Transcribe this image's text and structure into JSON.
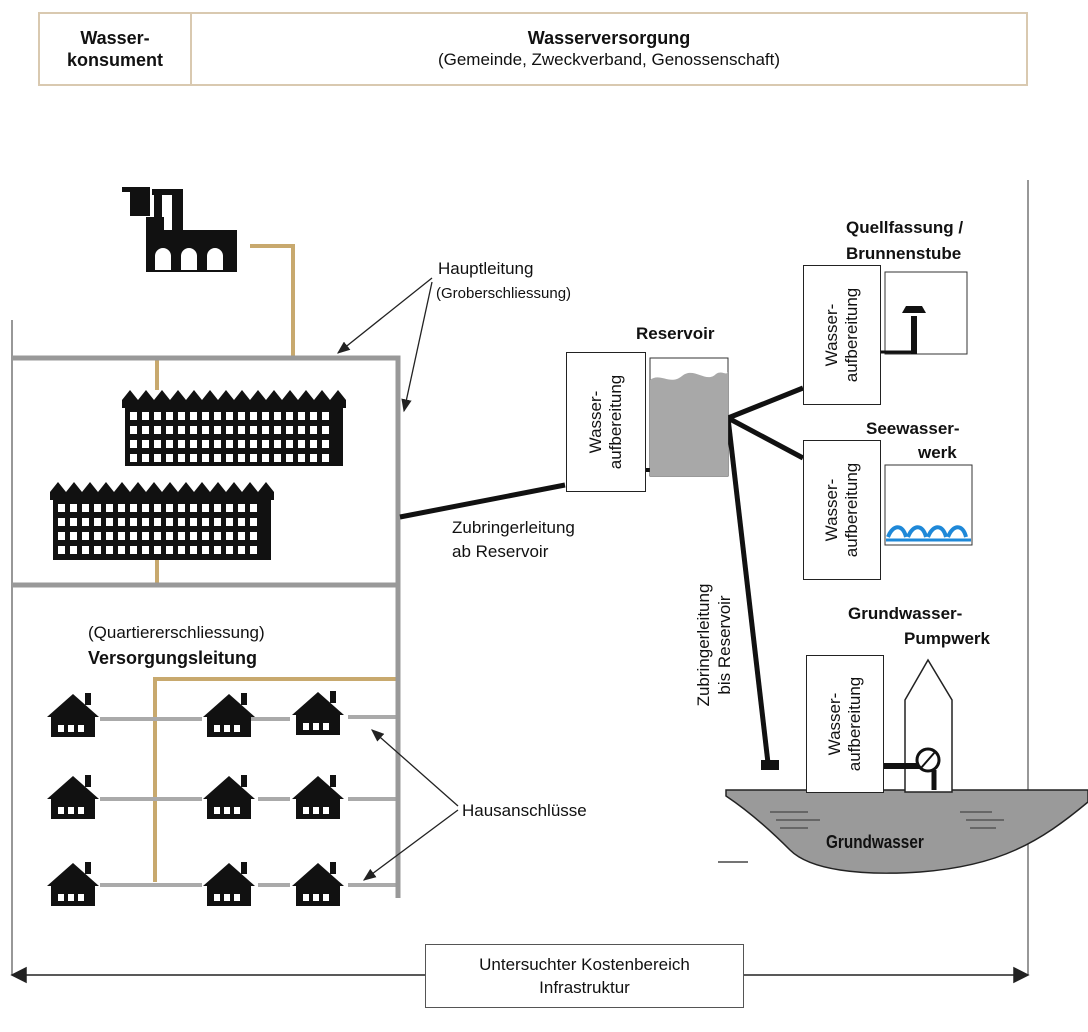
{
  "header": {
    "left_line1": "Wasser-",
    "left_line2": "konsument",
    "right_title": "Wasserversorgung",
    "right_subtitle": "(Gemeinde, Zweckverband, Genossenschaft)"
  },
  "labels": {
    "hauptleitung": "Hauptleitung",
    "groberschliessung": "(Groberschliessung)",
    "reservoir": "Reservoir",
    "quellfassung_1": "Quellfassung /",
    "quellfassung_2": "Brunnenstube",
    "seewasserwerk_1": "Seewasser-",
    "seewasserwerk_2": "werk",
    "grundwasser_pumpwerk_1": "Grundwasser-",
    "grundwasser_pumpwerk_2": "Pumpwerk",
    "zubringer_ab_1": "Zubringerleitung",
    "zubringer_ab_2": "ab Reservoir",
    "zubringer_bis_1": "Zubringerleitung",
    "zubringer_bis_2": "bis Reservoir",
    "quartiererschliessung": "(Quartiererschliessung)",
    "versorgungsleitung": "Versorgungsleitung",
    "hausanschluesse": "Hausanschlüsse",
    "grundwasser": "Grundwasser"
  },
  "treatment_box": {
    "line1": "Wasser-",
    "line2": "aufbereitung"
  },
  "footer": {
    "line1": "Untersuchter Kostenbereich",
    "line2": "Infrastruktur"
  },
  "colors": {
    "main_pipe": "#999999",
    "supply_pipe": "#c8a96e",
    "feeder_pipe": "#111111",
    "reservoir_fill": "#a8a8a8",
    "groundwater_fill": "#9a9a9a",
    "water_wave": "#1e88d8",
    "header_border": "#d9c9b0"
  }
}
